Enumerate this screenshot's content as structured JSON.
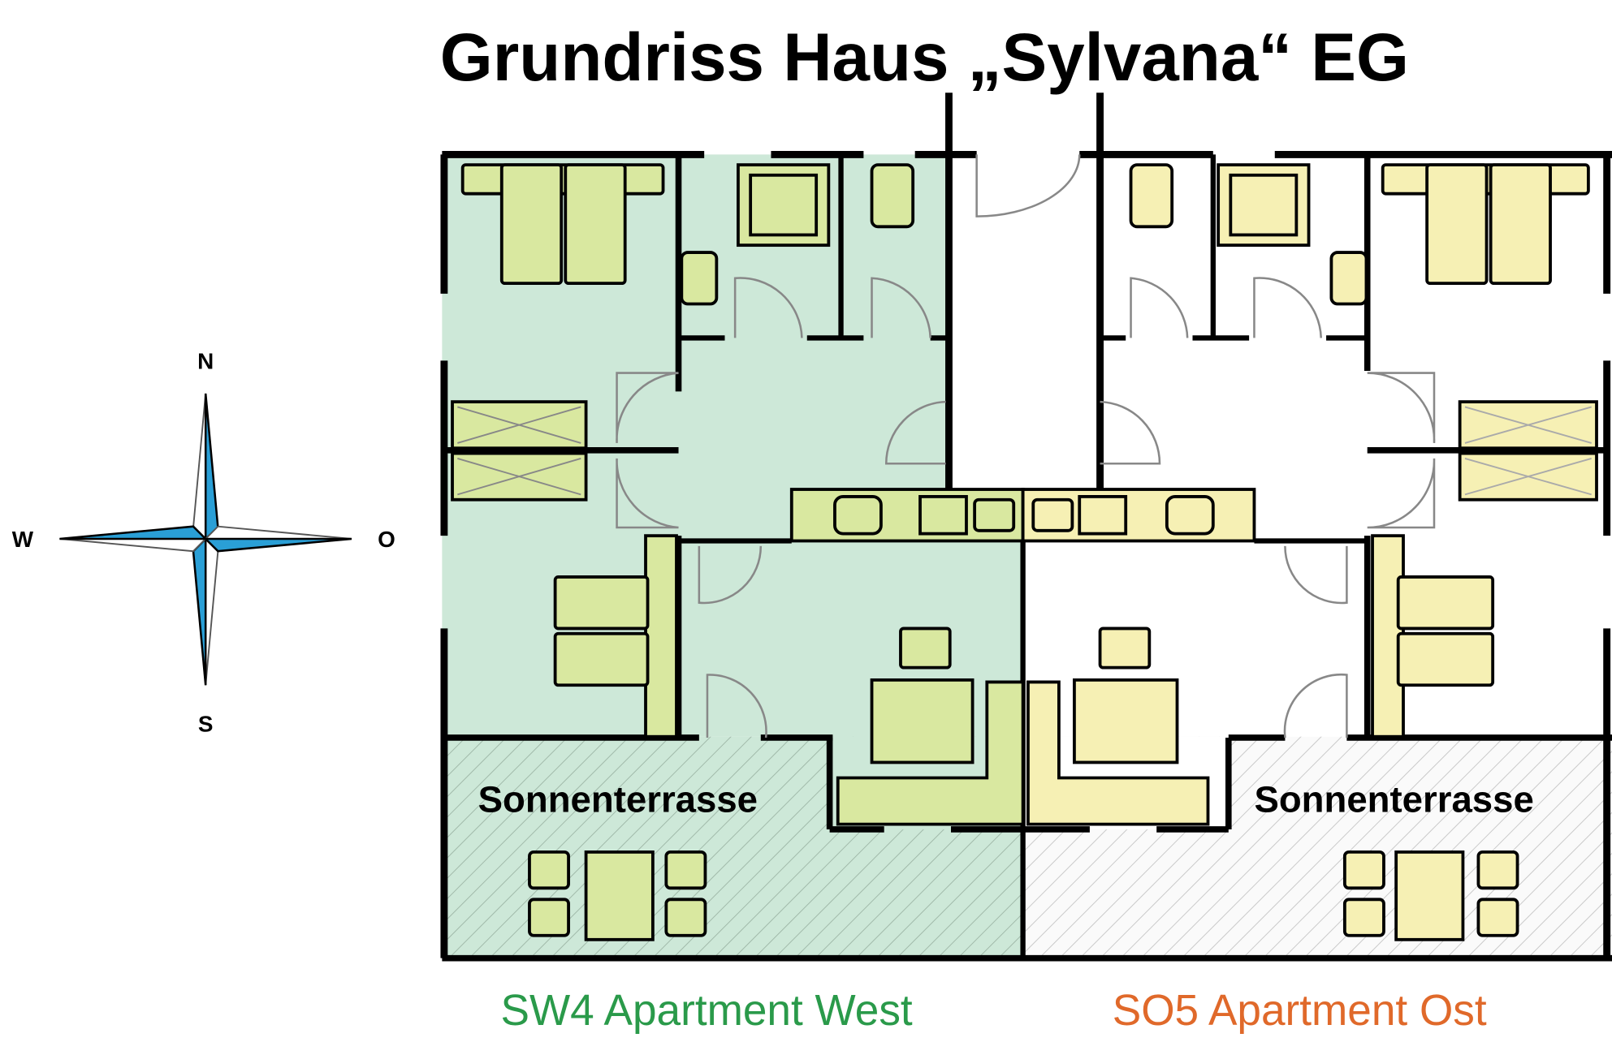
{
  "title": "Grundriss Haus „Sylvana“ EG",
  "compass": {
    "north": "N",
    "south": "S",
    "west": "W",
    "east": "O"
  },
  "terraces": {
    "west": "Sonnenterrasse",
    "east": "Sonnenterrasse"
  },
  "apartments": {
    "west": {
      "label": "SW4 Apartment West",
      "color": "#2a9a4a",
      "fill": "#cde8d8"
    },
    "east": {
      "label": "SO5 Apartment Ost",
      "color": "#e0692a",
      "fill": "#ffffff"
    }
  },
  "colors": {
    "wall": "#000000",
    "compass_blue": "#2a9fd6",
    "furniture_west": "#d9e8a0",
    "furniture_east": "#f6f0b4"
  }
}
